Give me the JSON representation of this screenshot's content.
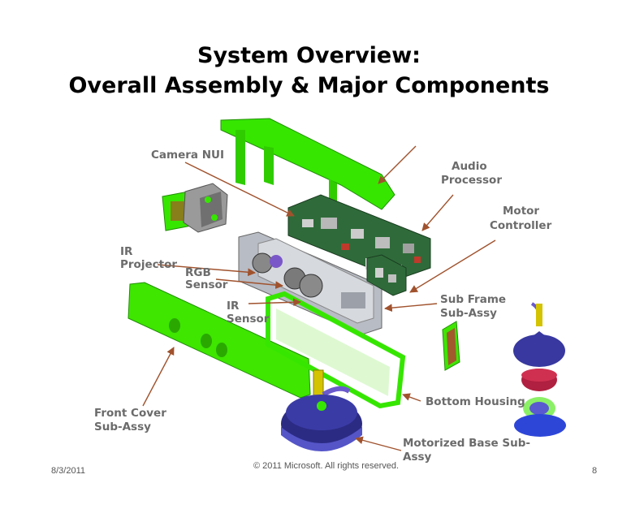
{
  "title": {
    "line1": "System Overview:",
    "line2": "Overall Assembly & Major Components"
  },
  "labels": {
    "camera_nui": "Camera NUI",
    "audio_processor_1": "Audio",
    "audio_processor_2": "Processor",
    "motor_controller_1": "Motor",
    "motor_controller_2": "Controller",
    "ir_projector_1": "IR",
    "ir_projector_2": "Projector",
    "rgb_sensor_1": "RGB",
    "rgb_sensor_2": "Sensor",
    "ir_sensor_1": "IR",
    "ir_sensor_2": "Sensor",
    "sub_frame_1": "Sub Frame",
    "sub_frame_2": "Sub-Assy",
    "bottom_housing": "Bottom Housing",
    "front_cover_1": "Front Cover",
    "front_cover_2": "Sub-Assy",
    "motorized_base_1": "Motorized Base Sub-",
    "motorized_base_2": "Assy"
  },
  "footer": {
    "date": "8/3/2011",
    "copyright": "© 2011 Microsoft. All rights reserved.",
    "page": "8"
  },
  "colors": {
    "leader": "#a0522d",
    "green": "#33e000",
    "pcb": "#2f6b3a",
    "navy": "#2f2f88",
    "label": "#6b6b6b"
  }
}
